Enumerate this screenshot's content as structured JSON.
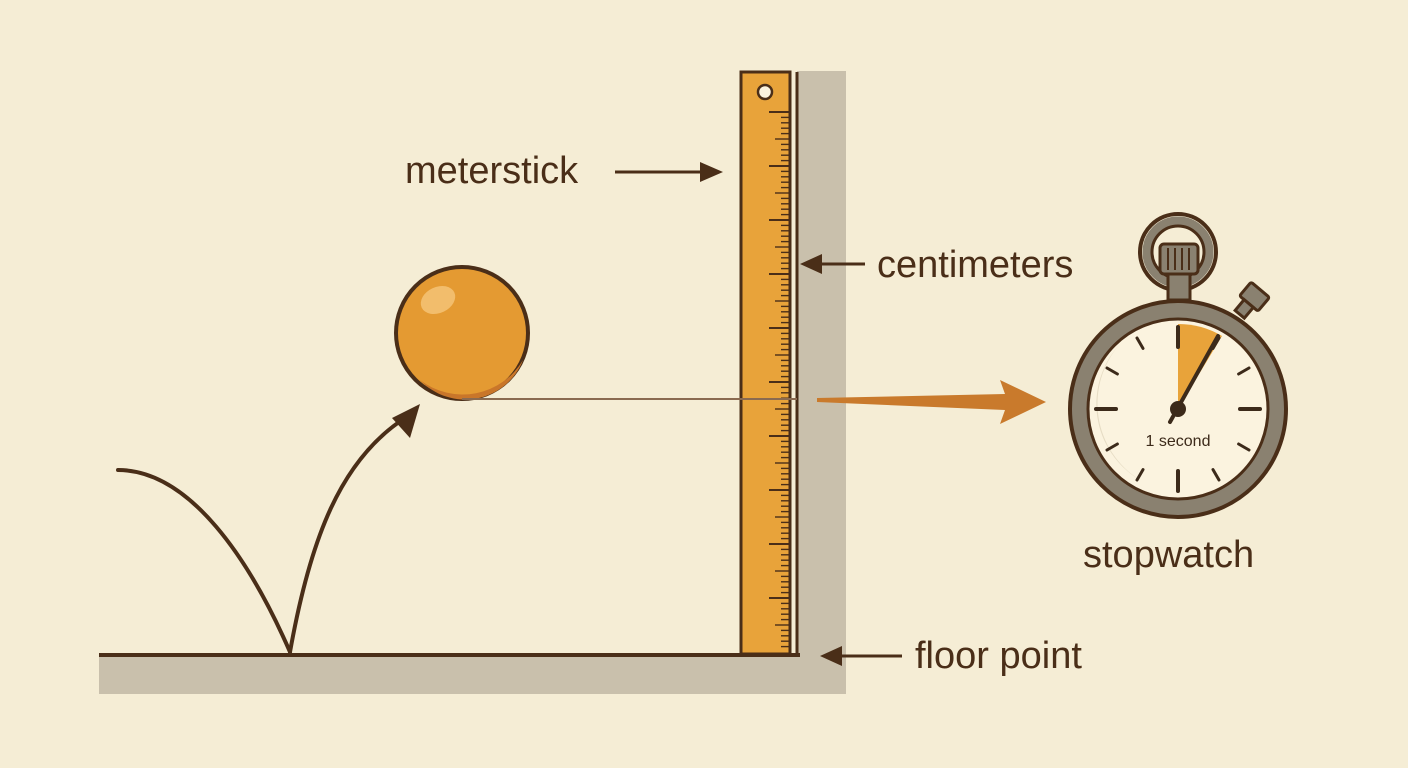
{
  "labels": {
    "meterstick": "meterstick",
    "centimeters": "centimeters",
    "stopwatch": "stopwatch",
    "floor_point": "floor point",
    "stopwatch_reading": "1 second"
  },
  "colors": {
    "background": "#f5edd5",
    "ink": "#4a2e18",
    "ruler": "#e8a33a",
    "ball": "#e49a32",
    "wall": "#c9c0ac",
    "arrow_orange": "#c97a2c",
    "stopwatch_case": "#8a8170",
    "stopwatch_sector": "#e8a33a"
  },
  "icons": {
    "ball": "ball-icon",
    "stopwatch": "stopwatch-icon",
    "meterstick": "meterstick-icon"
  },
  "stopwatch": {
    "elapsed_fraction_of_dial": 0.09
  }
}
